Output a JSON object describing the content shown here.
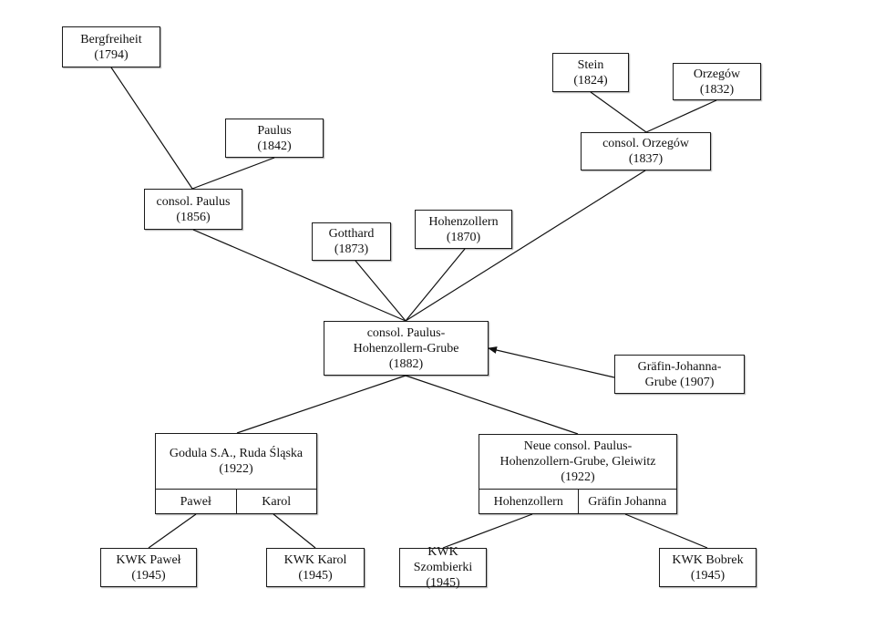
{
  "diagram": {
    "title": "",
    "nodes": [
      {
        "id": "bergfreiheit",
        "lines": [
          "Bergfreiheit",
          "(1794)"
        ]
      },
      {
        "id": "paulus",
        "lines": [
          "Paulus",
          "(1842)"
        ]
      },
      {
        "id": "consol-paulus",
        "lines": [
          "consol. Paulus",
          "(1856)"
        ]
      },
      {
        "id": "stein",
        "lines": [
          "Stein",
          "(1824)"
        ]
      },
      {
        "id": "orzegow",
        "lines": [
          "Orzegów",
          "(1832)"
        ]
      },
      {
        "id": "consol-orzegow",
        "lines": [
          "consol. Orzegów",
          "(1837)"
        ]
      },
      {
        "id": "gotthard",
        "lines": [
          "Gotthard",
          "(1873)"
        ]
      },
      {
        "id": "hohenzollern",
        "lines": [
          "Hohenzollern",
          "(1870)"
        ]
      },
      {
        "id": "consol-paulus-hohenzollern",
        "lines": [
          "consol. Paulus-",
          "Hohenzollern-Grube",
          "(1882)"
        ]
      },
      {
        "id": "grafin-johanna-grube",
        "lines": [
          "Gräfin-Johanna-",
          "Grube (1907)"
        ]
      },
      {
        "id": "godula",
        "lines": [
          "Godula S.A., Ruda Śląska",
          "(1922)"
        ],
        "subs": [
          "Paweł",
          "Karol"
        ]
      },
      {
        "id": "neue-consol",
        "lines": [
          "Neue consol. Paulus-",
          "Hohenzollern-Grube, Gleiwitz",
          "(1922)"
        ],
        "subs": [
          "Hohenzollern",
          "Gräfin Johanna"
        ]
      },
      {
        "id": "kwk-pawel",
        "lines": [
          "KWK Paweł",
          "(1945)"
        ]
      },
      {
        "id": "kwk-karol",
        "lines": [
          "KWK Karol",
          "(1945)"
        ]
      },
      {
        "id": "kwk-szombierki",
        "lines": [
          "KWK Szombierki",
          "(1945)"
        ]
      },
      {
        "id": "kwk-bobrek",
        "lines": [
          "KWK Bobrek",
          "(1945)"
        ]
      }
    ],
    "edges": [
      {
        "from": "bergfreiheit",
        "to": "consol-paulus",
        "arrow": false
      },
      {
        "from": "paulus",
        "to": "consol-paulus",
        "arrow": false
      },
      {
        "from": "stein",
        "to": "consol-orzegow",
        "arrow": false
      },
      {
        "from": "orzegow",
        "to": "consol-orzegow",
        "arrow": false
      },
      {
        "from": "consol-paulus",
        "to": "consol-paulus-hohenzollern",
        "arrow": false
      },
      {
        "from": "gotthard",
        "to": "consol-paulus-hohenzollern",
        "arrow": false
      },
      {
        "from": "hohenzollern",
        "to": "consol-paulus-hohenzollern",
        "arrow": false
      },
      {
        "from": "consol-orzegow",
        "to": "consol-paulus-hohenzollern",
        "arrow": false
      },
      {
        "from": "grafin-johanna-grube",
        "to": "consol-paulus-hohenzollern",
        "arrow": true
      },
      {
        "from": "consol-paulus-hohenzollern",
        "to": "godula",
        "arrow": false
      },
      {
        "from": "consol-paulus-hohenzollern",
        "to": "neue-consol",
        "arrow": false
      },
      {
        "from": "godula.Paweł",
        "to": "kwk-pawel",
        "arrow": false
      },
      {
        "from": "godula.Karol",
        "to": "kwk-karol",
        "arrow": false
      },
      {
        "from": "neue-consol.Hohenzollern",
        "to": "kwk-szombierki",
        "arrow": false
      },
      {
        "from": "neue-consol.Gräfin Johanna",
        "to": "kwk-bobrek",
        "arrow": false
      }
    ]
  }
}
